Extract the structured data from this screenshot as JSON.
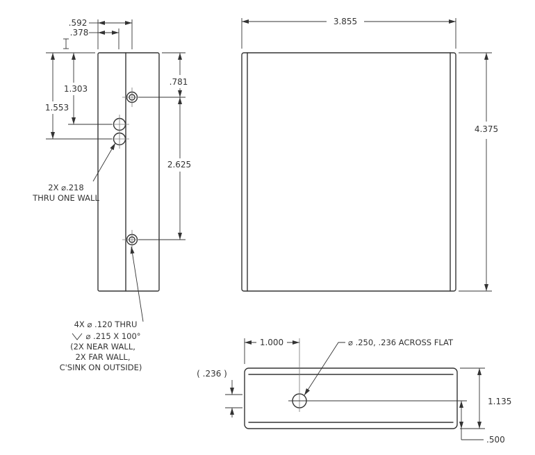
{
  "page": {
    "background": "#ffffff",
    "line_color": "#333333"
  },
  "side_view": {
    "dims": {
      "offset_outer": ".592",
      "offset_inner": ".378",
      "hole1_from_top": "1.303",
      "hole2_from_top": "1.553",
      "csink_from_top": ".781",
      "csink_spacing": "2.625"
    },
    "notes": {
      "thru_hole_line1": "2X ⌀.218",
      "thru_hole_line2": "THRU ONE WALL",
      "csink_line1": "4X ⌀ .120 THRU",
      "csink_line2": "⌀ .215 X 100°",
      "csink_line3": "(2X NEAR WALL,",
      "csink_line4": "2X FAR WALL,",
      "csink_line5": "C'SINK ON OUTSIDE)"
    }
  },
  "front_view": {
    "dims": {
      "width": "3.855",
      "height": "4.375"
    }
  },
  "bottom_view": {
    "dims": {
      "hole_from_left": "1.000",
      "hole_offset_ref": "( .236 )",
      "depth": "1.135",
      "hole_from_bottom": ".500"
    },
    "notes": {
      "hole_spec": "⌀ .250, .236 ACROSS FLAT"
    }
  }
}
